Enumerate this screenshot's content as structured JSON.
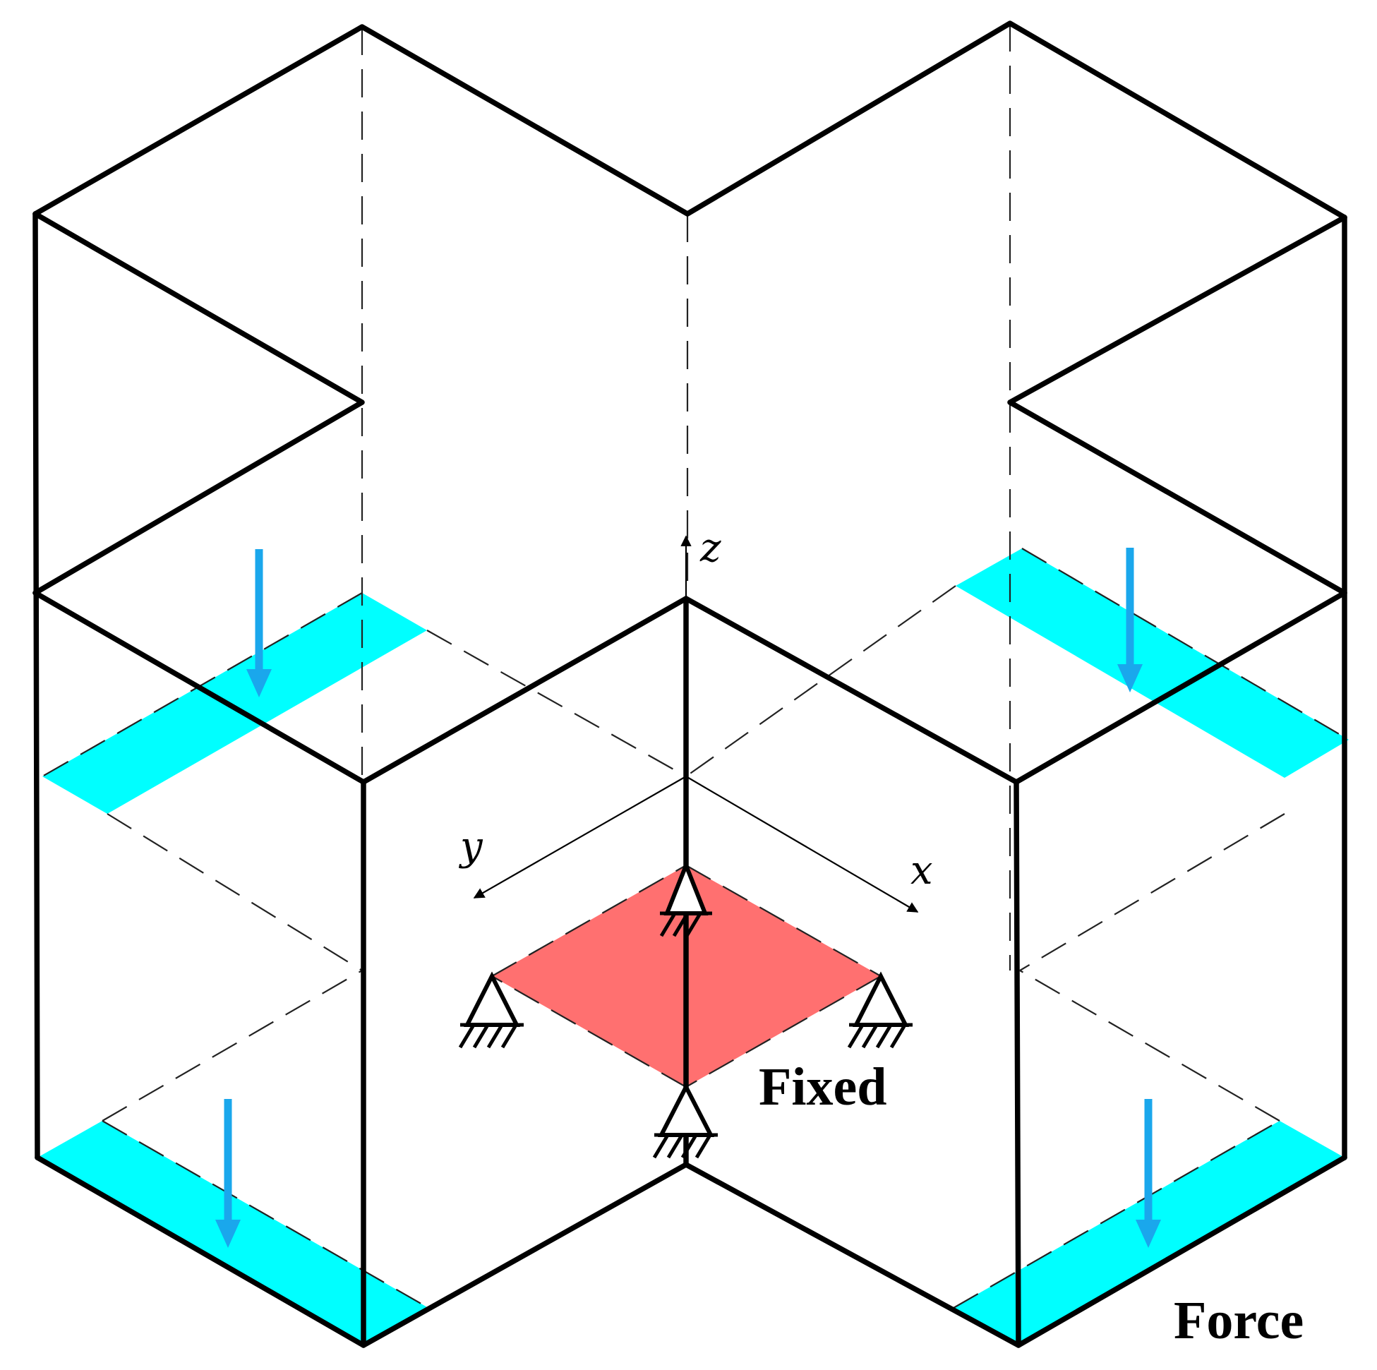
{
  "labels": {
    "axis_x": "x",
    "axis_y": "y",
    "axis_z": "z",
    "fixed": "Fixed",
    "force": "Force"
  },
  "colors": {
    "edge": "#000000",
    "hidden_edge": "#222222",
    "force_region": "#00ffff",
    "fixed_region": "#ff7070",
    "force_arrow": "#1aa7ec"
  }
}
